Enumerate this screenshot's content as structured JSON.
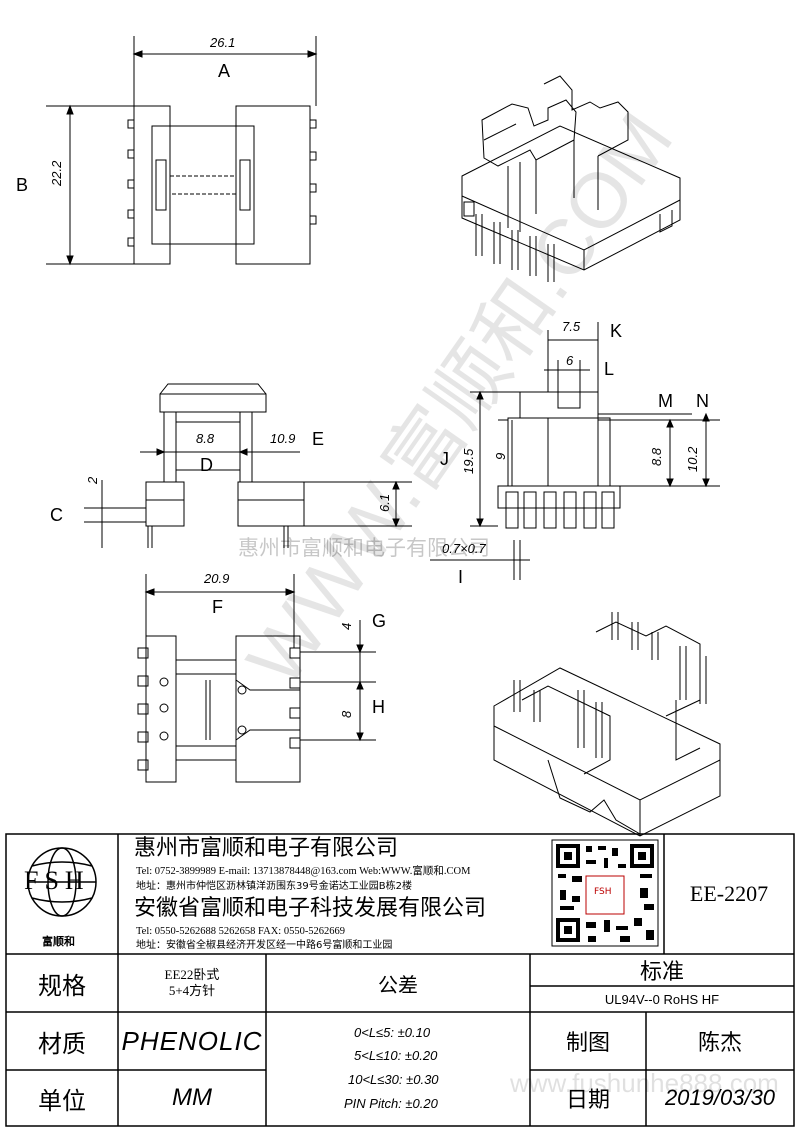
{
  "drawing": {
    "top_view": {
      "dim_width": "26.1",
      "label_width": "A",
      "dim_height": "22.2",
      "label_height": "B"
    },
    "side_view": {
      "dim_d": "8.8",
      "label_d": "D",
      "dim_e": "10.9",
      "label_e": "E",
      "dim_c": "2",
      "label_c": "C",
      "dim_pin": "6.1"
    },
    "front_view": {
      "dim_k": "7.5",
      "label_k": "K",
      "dim_l": "6",
      "label_l": "L",
      "label_m": "M",
      "label_n": "N",
      "dim_j": "19.5",
      "label_j": "J",
      "dim_9": "9",
      "dim_m": "8.8",
      "dim_n": "10.2",
      "dim_i": "0.7×0.7",
      "label_i": "I"
    },
    "bottom_view": {
      "dim_f": "20.9",
      "label_f": "F",
      "dim_g": "4",
      "label_g": "G",
      "dim_h": "8",
      "label_h": "H"
    }
  },
  "watermarks": {
    "diagonal": "WWW.富顺和.COM",
    "center": "惠州市富顺和电子有限公司",
    "bottom": "www.fushunhe888.com"
  },
  "title_block": {
    "logo": {
      "letters": "FSH",
      "caption": "富顺和"
    },
    "company1": {
      "name": "惠州市富顺和电子有限公司",
      "contact_line": "Tel: 0752-3899989  E-mail: 13713878448@163.com  Web:WWW.富顺和.COM",
      "address_line": "地址：惠州市仲恺区沥林镇洋沥围东39号金诺达工业园B栋2楼"
    },
    "company2": {
      "name": "安徽省富顺和电子科技发展有限公司",
      "contact_line": "Tel: 0550-5262688  5262658     FAX: 0550-5262669",
      "address_line": "地址：安徽省全椒县经济开发区经一中路6号富顺和工业园"
    },
    "qr_center": "FSH",
    "part_number": "EE-2207",
    "spec_label": "规格",
    "spec_value": "EE22卧式\n5+4方针",
    "material_label": "材质",
    "material_value": "PHENOLIC",
    "unit_label": "单位",
    "unit_value": "MM",
    "tolerance_label": "公差",
    "tolerances": [
      "0<L≤5: ±0.10",
      "5<L≤10: ±0.20",
      "10<L≤30: ±0.30",
      "PIN Pitch: ±0.20"
    ],
    "standard_label": "标准",
    "standard_value": "UL94V--0  RoHS HF",
    "drawn_label": "制图",
    "drawn_value": "陈杰",
    "date_label": "日期",
    "date_value": "2019/03/30"
  }
}
